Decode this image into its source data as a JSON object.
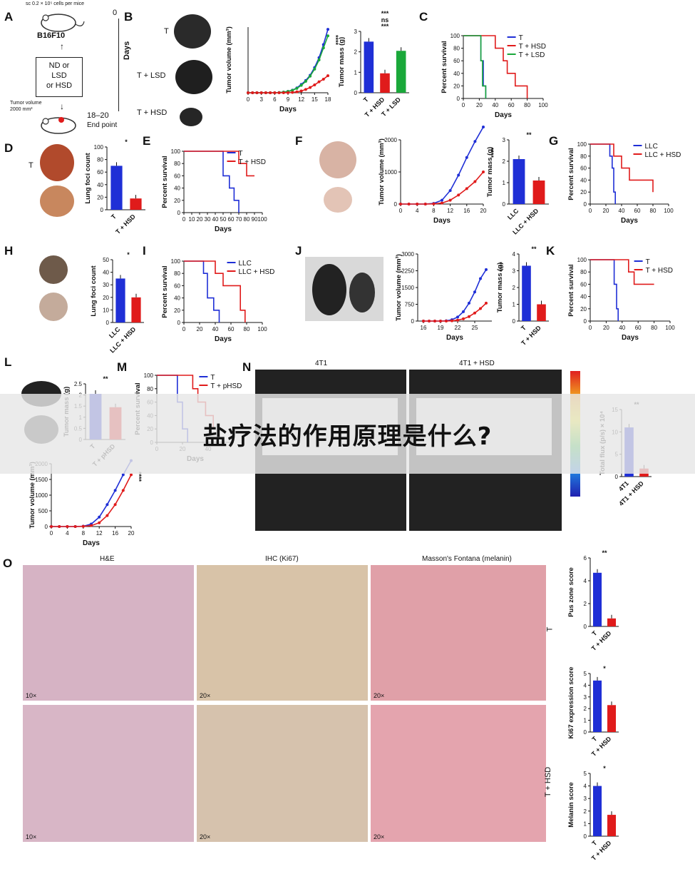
{
  "banner": {
    "text": "盐疗法的作用原理是什么?"
  },
  "colors": {
    "blue": "#1f2fd6",
    "red": "#e01b1b",
    "green": "#1aa83a",
    "grey": "#8a8a8a"
  },
  "panel_labels": [
    "A",
    "B",
    "C",
    "D",
    "E",
    "F",
    "G",
    "H",
    "I",
    "J",
    "K",
    "L",
    "M",
    "N",
    "O"
  ],
  "panelA": {
    "top": "sc 0.2 × 10⁵ cells per mice",
    "cell": "B16F10",
    "diet1": "ND or",
    "diet2": "LSD",
    "diet3": "or HSD",
    "tumor1": "Tumor volume",
    "tumor2": "2000 mm³",
    "axis_top": "0",
    "axis_mid": "Days",
    "axis_bottom": "18–20",
    "axis_end": "End point"
  },
  "panelB": {
    "labels": [
      "T",
      "T + LSD",
      "T + HSD"
    ]
  },
  "panelN": {
    "left_title": "4T1",
    "right_title": "4T1 + HSD"
  },
  "panelO": {
    "titles": [
      "H&E",
      "IHC (Ki67)",
      "Masson's Fontana (melanin)"
    ],
    "mags_top": [
      "10×",
      "20×",
      "20×"
    ],
    "mags_bottom": [
      "10×",
      "20×",
      "20×"
    ],
    "row_labels": [
      "T",
      "T + HSD"
    ]
  },
  "chart_data": [
    {
      "id": "B-volume",
      "type": "line",
      "xlabel": "Days",
      "ylabel": "Tumor volume (mm³)",
      "x": [
        0,
        1,
        2,
        3,
        4,
        5,
        6,
        7,
        8,
        9,
        10,
        11,
        12,
        13,
        14,
        15,
        16,
        17,
        18
      ],
      "xticks": [
        0,
        3,
        6,
        9,
        12,
        15,
        18
      ],
      "xlim": [
        0,
        18
      ],
      "ylim": [
        0,
        3000
      ],
      "series": [
        {
          "name": "T",
          "color": "#1f2fd6",
          "values": [
            0,
            0,
            0,
            0,
            0,
            0,
            0,
            10,
            30,
            60,
            120,
            220,
            380,
            560,
            800,
            1150,
            1600,
            2200,
            2900
          ]
        },
        {
          "name": "T + LSD",
          "color": "#1aa83a",
          "values": [
            0,
            0,
            0,
            0,
            0,
            0,
            0,
            10,
            30,
            60,
            110,
            200,
            340,
            520,
            760,
            1080,
            1500,
            2050,
            2600
          ]
        },
        {
          "name": "T + HSD",
          "color": "#e01b1b",
          "values": [
            0,
            0,
            0,
            0,
            0,
            0,
            0,
            0,
            0,
            5,
            15,
            40,
            80,
            150,
            240,
            360,
            500,
            620,
            780
          ]
        }
      ],
      "sig": "****"
    },
    {
      "id": "B-mass",
      "type": "bar",
      "ylabel": "Tumor mass (g)",
      "ylim": [
        0,
        3
      ],
      "yticks": [
        0,
        1,
        2,
        3
      ],
      "categories": [
        "T",
        "T + HSD",
        "T + LSD"
      ],
      "values": [
        2.5,
        0.95,
        2.05
      ],
      "colors": [
        "#1f2fd6",
        "#e01b1b",
        "#1aa83a"
      ],
      "sig": [
        "***",
        "ns",
        "***"
      ]
    },
    {
      "id": "C-survival",
      "type": "line",
      "xlabel": "Days",
      "ylabel": "Percent survival",
      "xlim": [
        0,
        100
      ],
      "ylim": [
        0,
        100
      ],
      "xticks": [
        0,
        20,
        40,
        60,
        80,
        100
      ],
      "yticks": [
        0,
        20,
        40,
        60,
        80,
        100
      ],
      "series": [
        {
          "name": "T",
          "color": "#1f2fd6",
          "x": [
            0,
            22,
            22,
            25,
            25,
            28,
            28
          ],
          "values": [
            100,
            100,
            60,
            60,
            20,
            20,
            0
          ]
        },
        {
          "name": "T + HSD",
          "color": "#e01b1b",
          "x": [
            0,
            40,
            40,
            50,
            50,
            55,
            55,
            65,
            65,
            80,
            80
          ],
          "values": [
            100,
            100,
            80,
            80,
            60,
            60,
            40,
            40,
            20,
            20,
            0
          ]
        },
        {
          "name": "T + LSD",
          "color": "#1aa83a",
          "x": [
            0,
            22,
            22,
            24,
            24,
            28,
            28
          ],
          "values": [
            100,
            100,
            60,
            60,
            20,
            20,
            0
          ]
        }
      ]
    },
    {
      "id": "D-lungfoci",
      "type": "bar",
      "ylabel": "Lung foci count",
      "ylim": [
        0,
        100
      ],
      "yticks": [
        0,
        20,
        40,
        60,
        80,
        100
      ],
      "categories": [
        "T",
        "T + HSD"
      ],
      "values": [
        70,
        18
      ],
      "colors": [
        "#1f2fd6",
        "#e01b1b"
      ],
      "sig": [
        "*"
      ]
    },
    {
      "id": "E-survival",
      "type": "line",
      "xlabel": "Days",
      "ylabel": "Percent survival",
      "xlim": [
        0,
        100
      ],
      "ylim": [
        0,
        100
      ],
      "xticks": [
        0,
        10,
        20,
        30,
        40,
        50,
        60,
        70,
        80,
        90,
        100
      ],
      "yticks": [
        0,
        20,
        40,
        60,
        80,
        100
      ],
      "series": [
        {
          "name": "T",
          "color": "#1f2fd6",
          "x": [
            0,
            50,
            50,
            58,
            58,
            64,
            64,
            70,
            70
          ],
          "values": [
            100,
            100,
            60,
            60,
            40,
            40,
            20,
            20,
            0
          ]
        },
        {
          "name": "T + HSD",
          "color": "#e01b1b",
          "x": [
            0,
            70,
            70,
            80,
            80,
            90
          ],
          "values": [
            100,
            100,
            80,
            80,
            60,
            60
          ]
        }
      ]
    },
    {
      "id": "F-volume",
      "type": "line",
      "xlabel": "Days",
      "ylabel": "Tumor volume (mm³)",
      "xticks": [
        0,
        4,
        8,
        12,
        16,
        20
      ],
      "xlim": [
        0,
        20
      ],
      "ylim": [
        0,
        2000
      ],
      "yticks": [
        0,
        1000,
        2000
      ],
      "x": [
        0,
        2,
        4,
        6,
        8,
        10,
        12,
        14,
        16,
        18,
        20
      ],
      "series": [
        {
          "name": "LLC",
          "color": "#1f2fd6",
          "values": [
            0,
            0,
            0,
            0,
            20,
            120,
            420,
            900,
            1450,
            1950,
            2400
          ]
        },
        {
          "name": "LLC + HSD",
          "color": "#e01b1b",
          "values": [
            0,
            0,
            0,
            0,
            5,
            30,
            120,
            280,
            480,
            700,
            1000
          ]
        }
      ],
      "sig": "****"
    },
    {
      "id": "F-mass",
      "type": "bar",
      "ylabel": "Tumor mass (g)",
      "ylim": [
        0,
        3
      ],
      "yticks": [
        0,
        1,
        2,
        3
      ],
      "categories": [
        "LLC",
        "LLC + HSD"
      ],
      "values": [
        2.1,
        1.1
      ],
      "colors": [
        "#1f2fd6",
        "#e01b1b"
      ],
      "sig": [
        "**"
      ]
    },
    {
      "id": "G-survival",
      "type": "line",
      "xlabel": "Days",
      "ylabel": "Percent survival",
      "xlim": [
        0,
        100
      ],
      "ylim": [
        0,
        100
      ],
      "xticks": [
        0,
        20,
        40,
        60,
        80,
        100
      ],
      "yticks": [
        0,
        20,
        40,
        60,
        80,
        100
      ],
      "series": [
        {
          "name": "LLC",
          "color": "#1f2fd6",
          "x": [
            0,
            25,
            25,
            28,
            28,
            30,
            30,
            32,
            32
          ],
          "values": [
            100,
            100,
            80,
            80,
            60,
            60,
            20,
            20,
            0
          ]
        },
        {
          "name": "LLC + HSD",
          "color": "#e01b1b",
          "x": [
            0,
            30,
            30,
            40,
            40,
            50,
            50,
            80,
            80
          ],
          "values": [
            100,
            100,
            80,
            80,
            60,
            60,
            40,
            40,
            20
          ]
        }
      ]
    },
    {
      "id": "H-lungfoci",
      "type": "bar",
      "ylabel": "Lung foci count",
      "ylim": [
        0,
        50
      ],
      "yticks": [
        0,
        10,
        20,
        30,
        40,
        50
      ],
      "categories": [
        "LLC",
        "LLC + HSD"
      ],
      "values": [
        35,
        20
      ],
      "colors": [
        "#1f2fd6",
        "#e01b1b"
      ],
      "sig": [
        "*"
      ]
    },
    {
      "id": "I-survival",
      "type": "line",
      "xlabel": "Days",
      "ylabel": "Percent survival",
      "xlim": [
        0,
        100
      ],
      "ylim": [
        0,
        100
      ],
      "xticks": [
        0,
        20,
        40,
        60,
        80,
        100
      ],
      "yticks": [
        0,
        20,
        40,
        60,
        80,
        100
      ],
      "series": [
        {
          "name": "LLC",
          "color": "#1f2fd6",
          "x": [
            0,
            25,
            25,
            30,
            30,
            38,
            38,
            45,
            45
          ],
          "values": [
            100,
            100,
            80,
            80,
            40,
            40,
            20,
            20,
            0
          ]
        },
        {
          "name": "LLC + HSD",
          "color": "#e01b1b",
          "x": [
            0,
            40,
            40,
            50,
            50,
            72,
            72,
            78,
            78
          ],
          "values": [
            100,
            100,
            80,
            80,
            60,
            60,
            20,
            20,
            0
          ]
        }
      ]
    },
    {
      "id": "J-volume",
      "type": "line",
      "xlabel": "Days",
      "ylabel": "Tumor volume (mm³)",
      "xticks": [
        16,
        19,
        22,
        25
      ],
      "xlim": [
        15,
        28
      ],
      "ylim": [
        0,
        3000
      ],
      "yticks": [
        0,
        750,
        1500,
        2250,
        3000
      ],
      "x": [
        16,
        17,
        18,
        19,
        20,
        21,
        22,
        23,
        24,
        25,
        26,
        27
      ],
      "series": [
        {
          "name": "T",
          "color": "#1f2fd6",
          "values": [
            0,
            0,
            0,
            0,
            10,
            60,
            180,
            420,
            800,
            1300,
            1900,
            2300
          ]
        },
        {
          "name": "T + HSD",
          "color": "#e01b1b",
          "values": [
            0,
            0,
            0,
            0,
            0,
            10,
            40,
            100,
            200,
            360,
            560,
            800
          ]
        }
      ],
      "sig": "****"
    },
    {
      "id": "J-mass",
      "type": "bar",
      "ylabel": "Tumor mass (g)",
      "ylim": [
        0,
        4
      ],
      "yticks": [
        0,
        1,
        2,
        3,
        4
      ],
      "categories": [
        "T",
        "T + HSD"
      ],
      "values": [
        3.3,
        1.0
      ],
      "colors": [
        "#1f2fd6",
        "#e01b1b"
      ],
      "sig": [
        "**"
      ]
    },
    {
      "id": "K-survival",
      "type": "line",
      "xlabel": "Days",
      "ylabel": "Percent survival",
      "xlim": [
        0,
        100
      ],
      "ylim": [
        0,
        100
      ],
      "xticks": [
        0,
        20,
        40,
        60,
        80,
        100
      ],
      "yticks": [
        0,
        20,
        40,
        60,
        80,
        100
      ],
      "series": [
        {
          "name": "T",
          "color": "#1f2fd6",
          "x": [
            0,
            30,
            30,
            33,
            33,
            35,
            35
          ],
          "values": [
            100,
            100,
            60,
            60,
            20,
            20,
            0
          ]
        },
        {
          "name": "T + HSD",
          "color": "#e01b1b",
          "x": [
            0,
            48,
            48,
            55,
            55,
            60,
            60,
            80
          ],
          "values": [
            100,
            100,
            80,
            80,
            60,
            60,
            60,
            60
          ]
        }
      ]
    },
    {
      "id": "L-mass",
      "type": "bar",
      "ylabel": "Tumor mass (g)",
      "ylim": [
        0,
        2.5
      ],
      "yticks": [
        0,
        0.5,
        1.0,
        1.5,
        2.0,
        2.5
      ],
      "categories": [
        "T",
        "T + pHSD"
      ],
      "values": [
        2.05,
        1.45
      ],
      "colors": [
        "#1f2fd6",
        "#e01b1b"
      ],
      "sig": [
        "**"
      ]
    },
    {
      "id": "L-volume",
      "type": "line",
      "xlabel": "Days",
      "ylabel": "Tumor volume (mm³)",
      "xticks": [
        0,
        4,
        8,
        12,
        16,
        20
      ],
      "xlim": [
        0,
        20
      ],
      "ylim": [
        0,
        2000
      ],
      "yticks": [
        0,
        500,
        1000,
        1500,
        2000
      ],
      "x": [
        0,
        2,
        4,
        6,
        8,
        10,
        12,
        14,
        16,
        18,
        20
      ],
      "series": [
        {
          "name": "T",
          "color": "#1f2fd6",
          "values": [
            0,
            0,
            0,
            0,
            10,
            80,
            300,
            700,
            1150,
            1650,
            2100
          ]
        },
        {
          "name": "T + pHSD",
          "color": "#e01b1b",
          "values": [
            0,
            0,
            0,
            0,
            5,
            30,
            120,
            350,
            700,
            1150,
            1650
          ]
        }
      ],
      "sig": "****"
    },
    {
      "id": "M-survival",
      "type": "line",
      "xlabel": "Days",
      "ylabel": "Percent survival",
      "xlim": [
        0,
        60
      ],
      "ylim": [
        0,
        100
      ],
      "xticks": [
        0,
        20,
        40
      ],
      "yticks": [
        0,
        20,
        40,
        60,
        80,
        100
      ],
      "series": [
        {
          "name": "T",
          "color": "#1f2fd6",
          "x": [
            0,
            16,
            16,
            20,
            20,
            24,
            24
          ],
          "values": [
            100,
            100,
            60,
            60,
            20,
            20,
            0
          ]
        },
        {
          "name": "T + pHSD",
          "color": "#e01b1b",
          "x": [
            0,
            28,
            28,
            32,
            32,
            38,
            38,
            44,
            44
          ],
          "values": [
            100,
            100,
            80,
            80,
            60,
            60,
            40,
            40,
            20
          ]
        }
      ]
    },
    {
      "id": "N-flux",
      "type": "bar",
      "ylabel": "Total flux (p/s) × 10⁴",
      "ylim": [
        0,
        15
      ],
      "yticks": [
        0,
        5,
        10,
        15
      ],
      "categories": [
        "4T1",
        "4T1 + HSD"
      ],
      "values": [
        11,
        1.8
      ],
      "colors": [
        "#1f2fd6",
        "#e01b1b"
      ],
      "sig": [
        "**"
      ]
    },
    {
      "id": "O-pus",
      "type": "bar",
      "ylabel": "Pus zone score",
      "ylim": [
        0,
        6
      ],
      "yticks": [
        0,
        2,
        4,
        6
      ],
      "categories": [
        "T",
        "T + HSD"
      ],
      "values": [
        4.7,
        0.7
      ],
      "colors": [
        "#1f2fd6",
        "#e01b1b"
      ],
      "sig": [
        "**"
      ]
    },
    {
      "id": "O-ki67",
      "type": "bar",
      "ylabel": "Ki67 expression score",
      "ylim": [
        0,
        5
      ],
      "yticks": [
        0,
        1,
        2,
        3,
        4,
        5
      ],
      "categories": [
        "T",
        "T + HSD"
      ],
      "values": [
        4.4,
        2.3
      ],
      "colors": [
        "#1f2fd6",
        "#e01b1b"
      ],
      "sig": [
        "*"
      ]
    },
    {
      "id": "O-melanin",
      "type": "bar",
      "ylabel": "Melanin score",
      "ylim": [
        0,
        5
      ],
      "yticks": [
        0,
        1,
        2,
        3,
        4,
        5
      ],
      "categories": [
        "T",
        "T + HSD"
      ],
      "values": [
        4.0,
        1.7
      ],
      "colors": [
        "#1f2fd6",
        "#e01b1b"
      ],
      "sig": [
        "*"
      ]
    }
  ]
}
